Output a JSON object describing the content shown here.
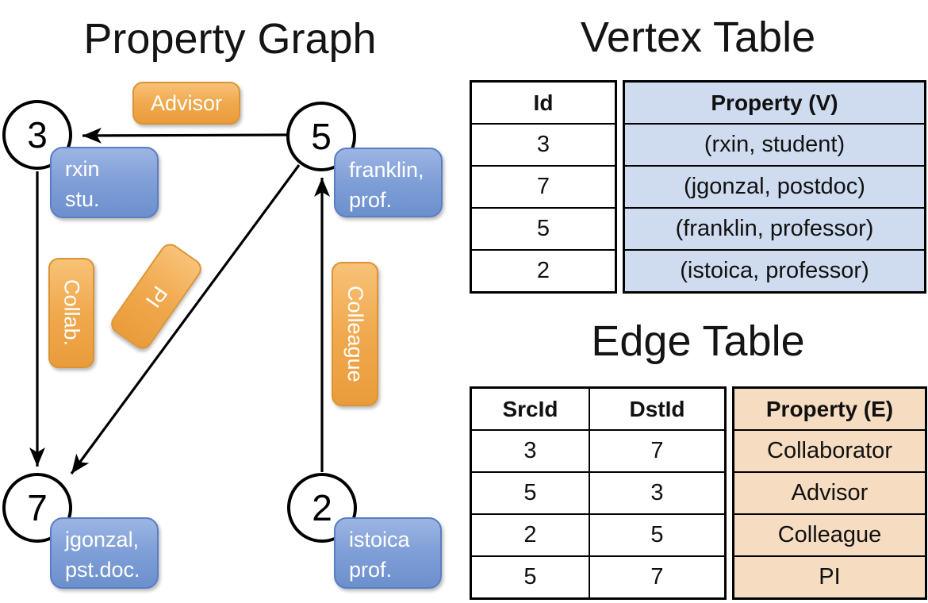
{
  "graph": {
    "title": "Property Graph",
    "nodes": {
      "n3": {
        "id": "3",
        "label_line1": "rxin",
        "label_line2": "stu."
      },
      "n5": {
        "id": "5",
        "label_line1": "franklin,",
        "label_line2": "prof."
      },
      "n7": {
        "id": "7",
        "label_line1": "jgonzal,",
        "label_line2": "pst.doc."
      },
      "n2": {
        "id": "2",
        "label_line1": "istoica",
        "label_line2": "prof."
      }
    },
    "edge_labels": {
      "advisor": "Advisor",
      "collab": "Collab.",
      "pi": "PI",
      "colleague": "Colleague"
    }
  },
  "vertex_table": {
    "title": "Vertex Table",
    "headers": {
      "id": "Id",
      "property": "Property (V)"
    },
    "rows": [
      {
        "id": "3",
        "property": "(rxin, student)"
      },
      {
        "id": "7",
        "property": "(jgonzal, postdoc)"
      },
      {
        "id": "5",
        "property": "(franklin, professor)"
      },
      {
        "id": "2",
        "property": "(istoica, professor)"
      }
    ]
  },
  "edge_table": {
    "title": "Edge Table",
    "headers": {
      "src": "SrcId",
      "dst": "DstId",
      "property": "Property (E)"
    },
    "rows": [
      {
        "src": "3",
        "dst": "7",
        "property": "Collaborator"
      },
      {
        "src": "5",
        "dst": "3",
        "property": "Advisor"
      },
      {
        "src": "2",
        "dst": "5",
        "property": "Colleague"
      },
      {
        "src": "5",
        "dst": "7",
        "property": "PI"
      }
    ]
  },
  "colors": {
    "edge_label_orange": "#f0a94e",
    "vertex_label_blue": "#7f9ed7",
    "vertex_table_fill": "#cfdcf0",
    "edge_table_fill": "#f6dcc1",
    "line_color": "#000000"
  }
}
